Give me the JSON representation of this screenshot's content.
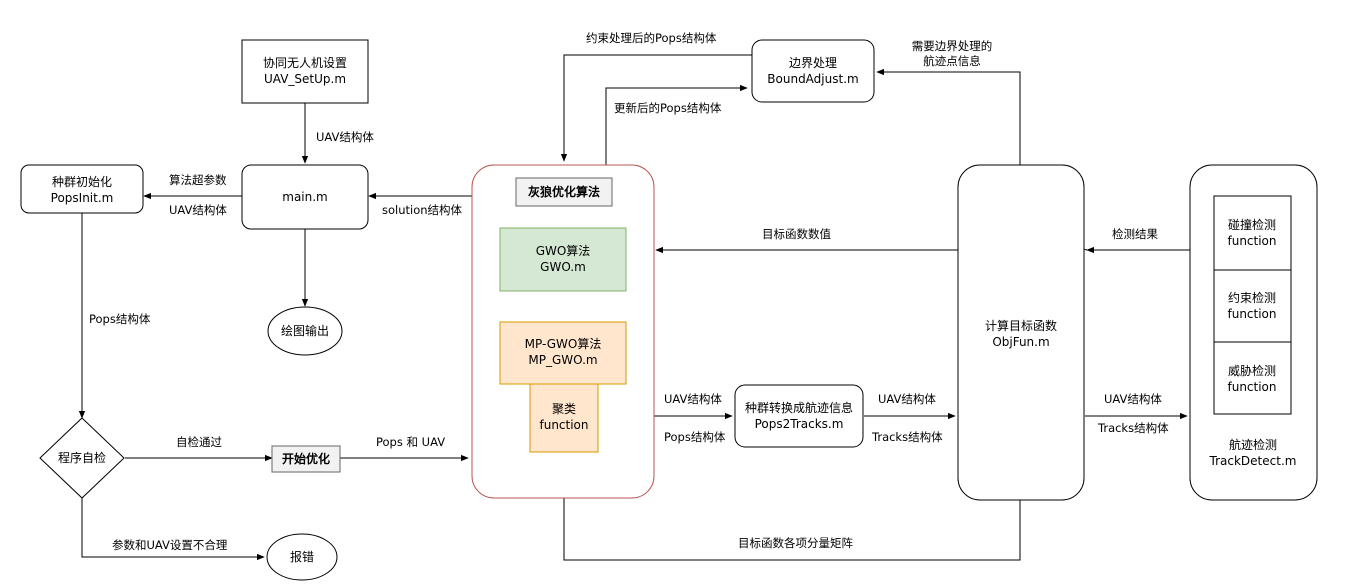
{
  "nodes": {
    "setup": {
      "line1": "协同无人机设置",
      "line2": "UAV_SetUp.m"
    },
    "main": {
      "line1": "main.m"
    },
    "popsinit": {
      "line1": "种群初始化",
      "line2": "PopsInit.m"
    },
    "plot": {
      "line1": "绘图输出"
    },
    "selfcheck": {
      "line1": "程序自检"
    },
    "error": {
      "line1": "报错"
    },
    "startopt": {
      "line1": "开始优化"
    },
    "gwo_panel": {
      "title": "灰狼优化算法"
    },
    "gwo": {
      "line1": "GWO算法",
      "line2": "GWO.m"
    },
    "mpgwo": {
      "line1": "MP-GWO算法",
      "line2": "MP_GWO.m"
    },
    "cluster": {
      "line1": "聚类",
      "line2": "function"
    },
    "bound": {
      "line1": "边界处理",
      "line2": "BoundAdjust.m"
    },
    "pops2tracks": {
      "line1": "种群转换成航迹信息",
      "line2": "Pops2Tracks.m"
    },
    "objfun": {
      "line1": "计算目标函数",
      "line2": "ObjFun.m"
    },
    "collision": {
      "line1": "碰撞检测",
      "line2": "function"
    },
    "constraint": {
      "line1": "约束检测",
      "line2": "function"
    },
    "threat": {
      "line1": "威胁检测",
      "line2": "function"
    },
    "trackdetect": {
      "line1": "航迹检测",
      "line2": "TrackDetect.m"
    }
  },
  "edges": {
    "uav_struct_setup": "UAV结构体",
    "algo_hyperparams": "算法超参数",
    "uav_struct_main": "UAV结构体",
    "solution_struct": "solution结构体",
    "pops_struct": "Pops结构体",
    "selfcheck_pass": "自检通过",
    "pops_and_uav": "Pops 和 UAV",
    "param_invalid": "参数和UAV设置不合理",
    "constrained_pops": "约束处理后的Pops结构体",
    "updated_pops": "更新后的Pops结构体",
    "need_bound_1": "需要边界处理的",
    "need_bound_2": "航迹点信息",
    "obj_value": "目标函数数值",
    "check_result": "检测结果",
    "uav_struct_p2t_in": "UAV结构体",
    "pops_struct_p2t_in": "Pops结构体",
    "uav_struct_p2t_out": "UAV结构体",
    "tracks_struct_p2t_out": "Tracks结构体",
    "uav_struct_td": "UAV结构体",
    "tracks_struct_td": "Tracks结构体",
    "obj_components": "目标函数各项分量矩阵"
  }
}
